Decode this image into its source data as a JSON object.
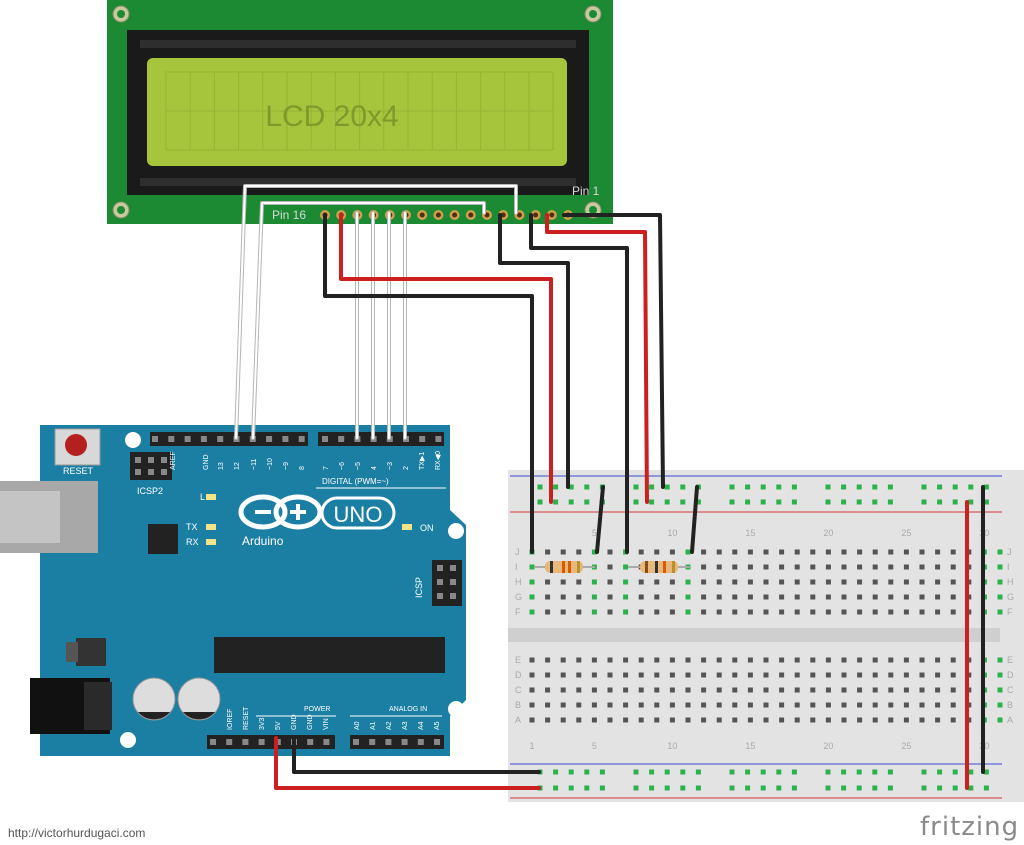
{
  "lcd": {
    "label": "LCD 20x4",
    "pin1_label": "Pin 1",
    "pin16_label": "Pin 16"
  },
  "arduino": {
    "reset_label": "RESET",
    "icsp2_label": "ICSP2",
    "icsp_label": "ICSP",
    "l_label": "L",
    "tx_label": "TX",
    "rx_label": "RX",
    "on_label": "ON",
    "brand_label": "Arduino",
    "uno_label": "UNO",
    "digital_label": "DIGITAL (PWM=~)",
    "power_label": "POWER",
    "analog_label": "ANALOG IN",
    "top_pin_labels": [
      "AREF",
      "GND",
      "13",
      "12",
      "~11",
      "~10",
      "~9",
      "8",
      "7",
      "~6",
      "~5",
      "4",
      "~3",
      "2",
      "TX▶1",
      "RX◀0"
    ],
    "bottom_pin_labels": [
      "IOREF",
      "RESET",
      "3V3",
      "5V",
      "GND",
      "GND",
      "VIN",
      "A0",
      "A1",
      "A2",
      "A3",
      "A4",
      "A5"
    ]
  },
  "breadboard": {
    "column_numbers": [
      "1",
      "5",
      "10",
      "15",
      "20",
      "25",
      "30"
    ],
    "row_letters_top": [
      "J",
      "I",
      "H",
      "G",
      "F"
    ],
    "row_letters_bottom": [
      "E",
      "D",
      "C",
      "B",
      "A"
    ]
  },
  "footer": {
    "credit": "http://victorhurdugaci.com",
    "logo": "fritzing"
  },
  "colors": {
    "pcb_green": "#1b8a32",
    "lcd_screen": "#a6c43c",
    "arduino_blue": "#1b7fa3",
    "wire_red": "#cc1f1f",
    "wire_black": "#222222",
    "wire_white": "#e6e6e6"
  }
}
